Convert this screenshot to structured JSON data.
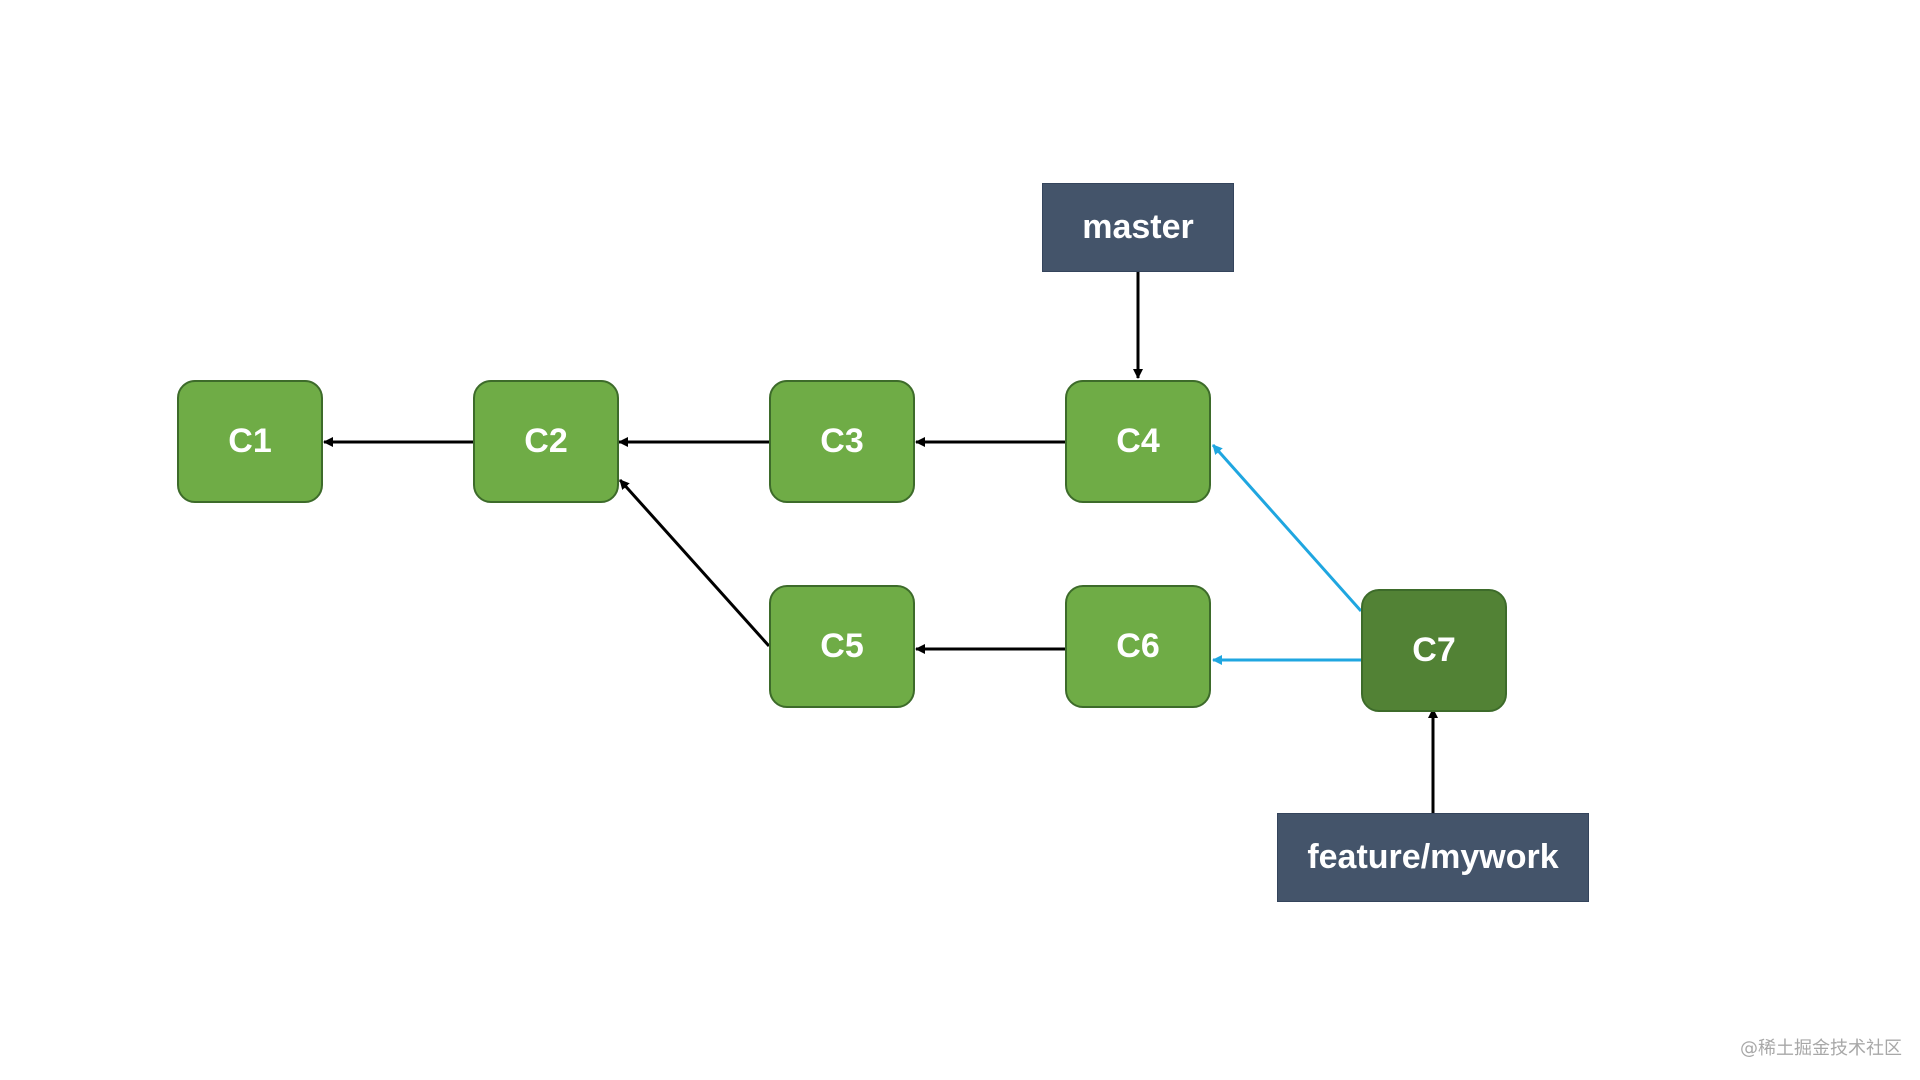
{
  "diagram": {
    "commits": [
      {
        "id": "c1",
        "label": "C1"
      },
      {
        "id": "c2",
        "label": "C2"
      },
      {
        "id": "c3",
        "label": "C3"
      },
      {
        "id": "c4",
        "label": "C4"
      },
      {
        "id": "c5",
        "label": "C5"
      },
      {
        "id": "c6",
        "label": "C6"
      },
      {
        "id": "c7",
        "label": "C7"
      }
    ],
    "branches": {
      "master": "master",
      "feature": "feature/mywork"
    },
    "edges": [
      {
        "from": "C2",
        "to": "C1",
        "kind": "parent"
      },
      {
        "from": "C3",
        "to": "C2",
        "kind": "parent"
      },
      {
        "from": "C4",
        "to": "C3",
        "kind": "parent"
      },
      {
        "from": "C5",
        "to": "C2",
        "kind": "parent"
      },
      {
        "from": "C6",
        "to": "C5",
        "kind": "parent"
      },
      {
        "from": "C7",
        "to": "C4",
        "kind": "merge-parent"
      },
      {
        "from": "C7",
        "to": "C6",
        "kind": "merge-parent"
      },
      {
        "from": "master",
        "to": "C4",
        "kind": "ref"
      },
      {
        "from": "feature/mywork",
        "to": "C7",
        "kind": "ref"
      }
    ]
  },
  "colors": {
    "commit_fill": "#6fac46",
    "commit_highlight_fill": "#528235",
    "branch_fill": "#44546a",
    "arrow": "#000000",
    "merge_arrow": "#1fa6e0"
  },
  "watermark": "@稀土掘金技术社区"
}
